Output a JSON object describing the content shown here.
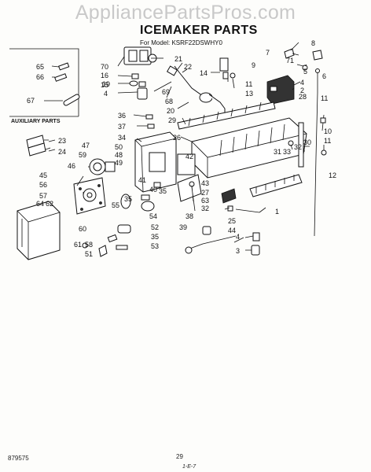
{
  "watermark": "AppliancePartsPros.com",
  "title": "ICEMAKER PARTS",
  "model": "For Model: KSRF22DSWHY0",
  "aux_label": "AUXILIARY PARTS",
  "footer_code": "879575",
  "footer_page": "29",
  "footer_mark": "1-E-7",
  "callouts": [
    {
      "id": "c8",
      "text": "8"
    },
    {
      "id": "c7",
      "text": "7"
    },
    {
      "id": "c71",
      "text": "71"
    },
    {
      "id": "c9",
      "text": "9"
    },
    {
      "id": "c5",
      "text": "5"
    },
    {
      "id": "c6",
      "text": "6"
    },
    {
      "id": "c4a",
      "text": "4"
    },
    {
      "id": "c2",
      "text": "2"
    },
    {
      "id": "c28",
      "text": "28"
    },
    {
      "id": "c21",
      "text": "21"
    },
    {
      "id": "c22",
      "text": "22"
    },
    {
      "id": "c14",
      "text": "14"
    },
    {
      "id": "c11a",
      "text": "11"
    },
    {
      "id": "c13",
      "text": "13"
    },
    {
      "id": "c70",
      "text": "70"
    },
    {
      "id": "c16",
      "text": "16"
    },
    {
      "id": "c19",
      "text": "19"
    },
    {
      "id": "c15",
      "text": "15"
    },
    {
      "id": "c4b",
      "text": "4"
    },
    {
      "id": "c69",
      "text": "69"
    },
    {
      "id": "c68",
      "text": "68"
    },
    {
      "id": "c20",
      "text": "20"
    },
    {
      "id": "c29",
      "text": "29"
    },
    {
      "id": "c65",
      "text": "65"
    },
    {
      "id": "c66",
      "text": "66"
    },
    {
      "id": "c67",
      "text": "67"
    },
    {
      "id": "c36",
      "text": "36"
    },
    {
      "id": "c37",
      "text": "37"
    },
    {
      "id": "c34",
      "text": "34"
    },
    {
      "id": "c26",
      "text": "26"
    },
    {
      "id": "c11b",
      "text": "11"
    },
    {
      "id": "c10",
      "text": "10"
    },
    {
      "id": "c11c",
      "text": "11"
    },
    {
      "id": "c12",
      "text": "12"
    },
    {
      "id": "c30",
      "text": "30"
    },
    {
      "id": "c31",
      "text": "31"
    },
    {
      "id": "c33",
      "text": "33"
    },
    {
      "id": "c32a",
      "text": "32"
    },
    {
      "id": "c23",
      "text": "23"
    },
    {
      "id": "c24",
      "text": "24"
    },
    {
      "id": "c47",
      "text": "47"
    },
    {
      "id": "c50",
      "text": "50"
    },
    {
      "id": "c59",
      "text": "59"
    },
    {
      "id": "c48",
      "text": "48"
    },
    {
      "id": "c49",
      "text": "49"
    },
    {
      "id": "c46",
      "text": "46"
    },
    {
      "id": "c42",
      "text": "42"
    },
    {
      "id": "c45",
      "text": "45"
    },
    {
      "id": "c56",
      "text": "56"
    },
    {
      "id": "c57",
      "text": "57"
    },
    {
      "id": "c64",
      "text": "64"
    },
    {
      "id": "c62",
      "text": "62"
    },
    {
      "id": "c43",
      "text": "43"
    },
    {
      "id": "c27",
      "text": "27"
    },
    {
      "id": "c41",
      "text": "41"
    },
    {
      "id": "c40",
      "text": "40"
    },
    {
      "id": "c35a",
      "text": "35"
    },
    {
      "id": "c35b",
      "text": "35"
    },
    {
      "id": "c63",
      "text": "63"
    },
    {
      "id": "c32b",
      "text": "32"
    },
    {
      "id": "c1",
      "text": "1"
    },
    {
      "id": "c55",
      "text": "55"
    },
    {
      "id": "c54",
      "text": "54"
    },
    {
      "id": "c38",
      "text": "38"
    },
    {
      "id": "c39",
      "text": "39"
    },
    {
      "id": "c60",
      "text": "60"
    },
    {
      "id": "c25",
      "text": "25"
    },
    {
      "id": "c44",
      "text": "44"
    },
    {
      "id": "c52",
      "text": "52"
    },
    {
      "id": "c35c",
      "text": "35"
    },
    {
      "id": "c53",
      "text": "53"
    },
    {
      "id": "c61",
      "text": "61"
    },
    {
      "id": "c58",
      "text": "58"
    },
    {
      "id": "c51",
      "text": "51"
    },
    {
      "id": "c4c",
      "text": "4"
    },
    {
      "id": "c3",
      "text": "3"
    }
  ]
}
